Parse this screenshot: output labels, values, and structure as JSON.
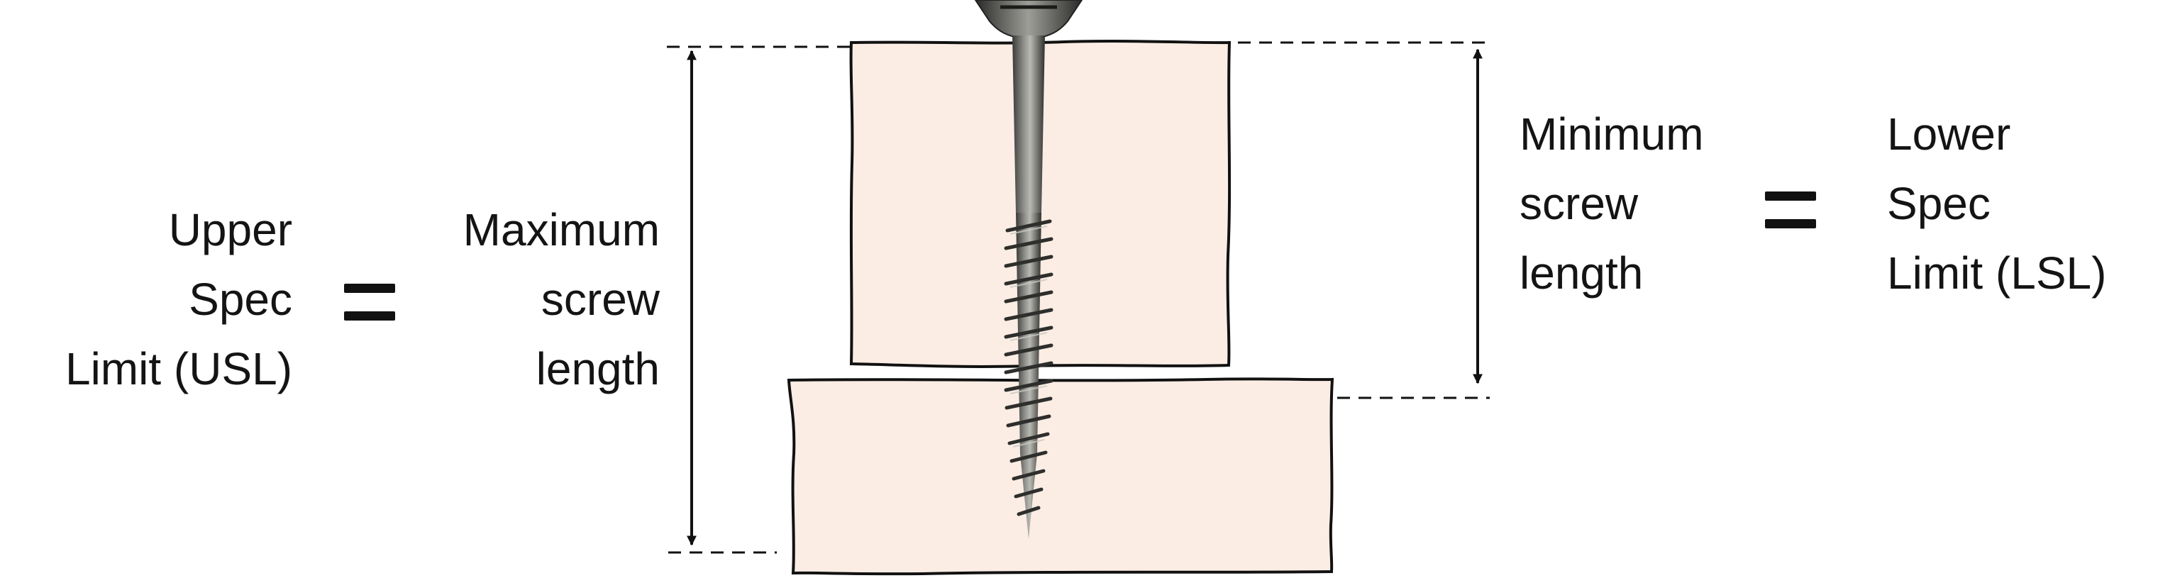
{
  "usl_label": {
    "lines": [
      "Upper",
      "Spec",
      "Limit (USL)"
    ]
  },
  "max_length_label": {
    "lines": [
      "Maximum",
      "screw",
      "length"
    ]
  },
  "min_length_label": {
    "lines": [
      "Minimum",
      "screw",
      "length"
    ]
  },
  "lsl_label": {
    "lines": [
      "Lower",
      "Spec",
      "Limit (LSL)"
    ]
  },
  "colors": {
    "wood_fill": "#fbede4",
    "outline": "#111111",
    "screw_metal": "#7a7a78",
    "screw_dark": "#3e3e3c",
    "text": "#141414"
  },
  "icons": [
    "screw-icon",
    "wood-block-top",
    "wood-block-bottom",
    "dimension-arrow-max",
    "dimension-arrow-min"
  ]
}
